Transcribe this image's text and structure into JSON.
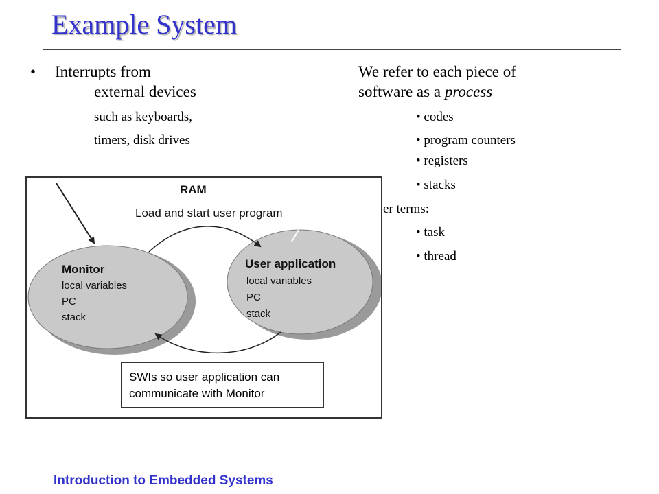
{
  "slide": {
    "title": "Example System",
    "footer": "Introduction to Embedded Systems"
  },
  "left_column": {
    "bullet": "•",
    "line1": "Interrupts from",
    "line2": "external devices",
    "line3": "such as keyboards,",
    "line4": "timers, disk drives"
  },
  "right_column": {
    "line1": "We refer to each piece of",
    "line2_prefix": "software as a ",
    "line2_emphasis": "process",
    "items": [
      "• codes",
      "• program counters",
      "• registers",
      "• stacks"
    ],
    "partial_label": "er terms:",
    "other_items": [
      "• task",
      "• thread"
    ]
  },
  "diagram": {
    "ram_label": "RAM",
    "ram_caption": "Load and start user program",
    "monitor": {
      "title": "Monitor",
      "lines": [
        "local variables",
        "PC",
        "stack"
      ]
    },
    "user_app": {
      "title": "User application",
      "lines": [
        "local variables",
        "PC",
        "stack"
      ]
    },
    "swi_text": "SWIs so user application can\ncommunicate with Monitor"
  },
  "colors": {
    "title": "#3333cc",
    "footer": "#3333cc",
    "ellipse_fill": "#c9c9c9",
    "ellipse_shadow": "#9a9a9a"
  }
}
